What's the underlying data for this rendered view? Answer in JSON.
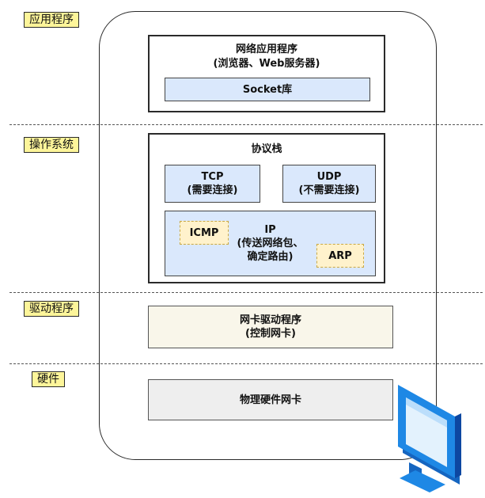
{
  "layers": {
    "application": "应用程序",
    "os": "操作系统",
    "driver": "驱动程序",
    "hardware": "硬件"
  },
  "app_box": {
    "title": "网络应用程序",
    "subtitle": "(浏览器、Web服务器)",
    "socket": "Socket库"
  },
  "protocol_stack": {
    "title": "协议栈",
    "tcp": {
      "name": "TCP",
      "note": "(需要连接)"
    },
    "udp": {
      "name": "UDP",
      "note": "(不需要连接)"
    },
    "ip": {
      "name": "IP",
      "line1": "(传送网络包、",
      "line2": "确定路由)"
    },
    "icmp": "ICMP",
    "arp": "ARP"
  },
  "driver_box": {
    "line1": "网卡驱动程序",
    "line2": "(控制网卡)"
  },
  "hardware_box": {
    "label": "物理硬件网卡"
  },
  "colors": {
    "label_bg": "#fdf59a",
    "blue": "#dae8fc",
    "yellow": "#fff2cc",
    "driver_bg": "#f9f6ea",
    "hardware_bg": "#eeeeee",
    "monitor": "#1a73e8"
  },
  "icon": "computer-monitor-icon"
}
